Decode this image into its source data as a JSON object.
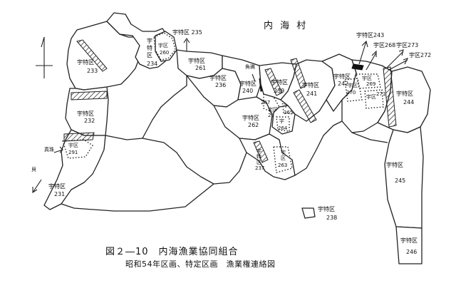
{
  "village_name": "内 海 村",
  "figure_title": "図２―10　内海漁業協同組合",
  "figure_subtitle": "昭和54年区画、特定区画　漁業権連絡図",
  "zones": {
    "z231": "宇特区\n231",
    "z232": "宇特区\n232",
    "z233": "宇特区\n233",
    "z234": "宇\n特\n区\n234",
    "z235": "宇特区 235",
    "z236": "宇特区\n236",
    "z238": "宇特区\n238",
    "z239": "宇特区\n239",
    "z240": "宇特区\n240",
    "z241": "宇特区\n241",
    "z242": "宇特区\n242",
    "z243": "宇特区243",
    "z244": "宇特区\n244",
    "z245": "宇特区\n245",
    "z246": "宇特区\n246",
    "z260": "宇区\n260",
    "z261": "宇特区\n261",
    "z262": "宇特区\n262",
    "z263": "宇\n区\n263",
    "z264": "宇\n区\n264",
    "z265": "宇\n区\n265",
    "z266": "宇区\n266",
    "z267": "267",
    "z268": "宇区268",
    "z269": "宇区\n269",
    "z270": "宇区\n270",
    "z271": "宇区\n271",
    "z272": "宇区272",
    "z273": "宇区273",
    "z291": "宇区\n291",
    "z237": "宇特区\n237"
  },
  "labels": {
    "gyosho": "魚礁",
    "shinju": "真珠",
    "kai": "貝"
  }
}
